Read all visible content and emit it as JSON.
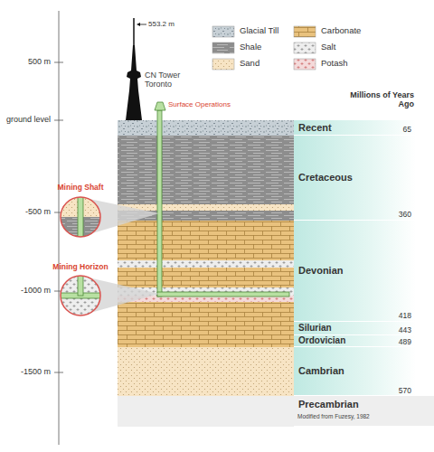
{
  "diagram": {
    "nodes": [
      {
        "text": [
          "Recent"
        ]
      },
      {
        "text": [
          "Cretaceous"
        ]
      },
      {
        "text": [
          "Devonian"
        ]
      },
      {
        "text": [
          "Silurian"
        ]
      },
      {
        "text": [
          "Ordovician"
        ]
      },
      {
        "text": [
          "Cambrian"
        ]
      },
      {
        "text": [
          "Precambrian"
        ]
      }
    ],
    "labels": [
      "553.2 m",
      "CN Tower Toronto",
      "500 m",
      "ground level",
      "-500 m",
      "-1000 m",
      "-1500 m",
      "Surface Operations",
      "Mining Shaft",
      "Mining Horizon",
      "Millions of Years Ago",
      "65",
      "360",
      "418",
      "443",
      "489",
      "570",
      "Modified from Fuzesy, 1982"
    ],
    "legend": [
      {
        "text": "Glacial Till"
      },
      {
        "text": "Shale"
      },
      {
        "text": "Sand"
      },
      {
        "text": "Carbonate"
      },
      {
        "text": "Salt"
      },
      {
        "text": "Potash"
      }
    ]
  }
}
